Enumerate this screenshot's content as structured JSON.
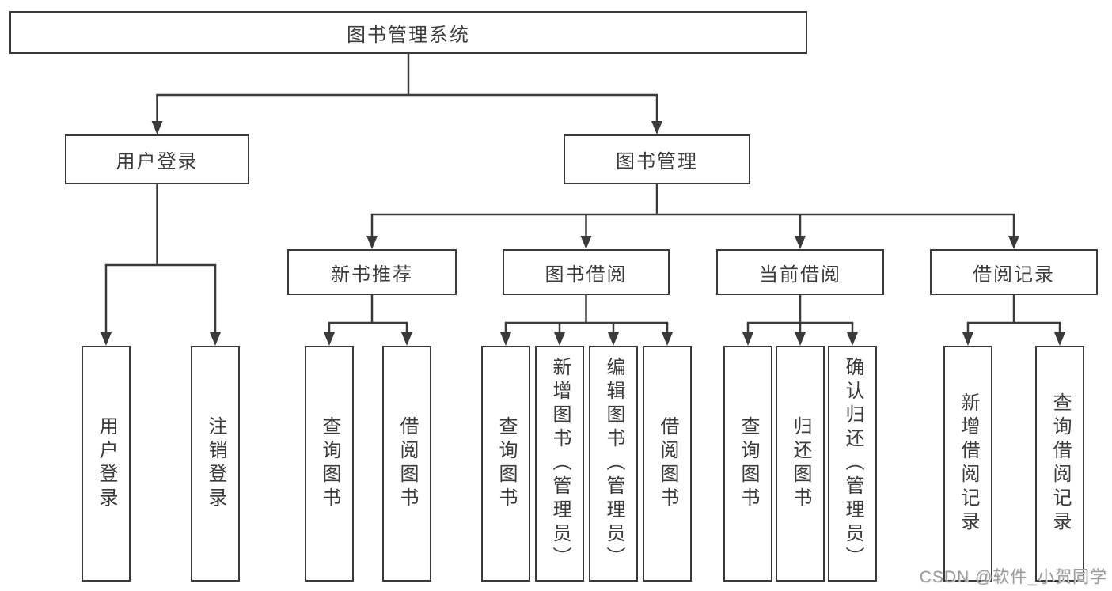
{
  "diagram": {
    "watermark": "CSDN @软件_小贺同学",
    "colors": {
      "line": "#3a3a3a",
      "box_border": "#3a3a3a",
      "box_fill": "#ffffff",
      "text": "#3b3b3b",
      "watermark": "#9b9b9b"
    },
    "nodes": [
      {
        "id": "root",
        "label": "图书管理系统",
        "parent": null,
        "orientation": "horizontal"
      },
      {
        "id": "login",
        "label": "用户登录",
        "parent": "root",
        "orientation": "horizontal"
      },
      {
        "id": "mgmt",
        "label": "图书管理",
        "parent": "root",
        "orientation": "horizontal"
      },
      {
        "id": "newbook",
        "label": "新书推荐",
        "parent": "mgmt",
        "orientation": "horizontal"
      },
      {
        "id": "borrow",
        "label": "图书借阅",
        "parent": "mgmt",
        "orientation": "horizontal"
      },
      {
        "id": "current",
        "label": "当前借阅",
        "parent": "mgmt",
        "orientation": "horizontal"
      },
      {
        "id": "record",
        "label": "借阅记录",
        "parent": "mgmt",
        "orientation": "horizontal"
      },
      {
        "id": "login-user",
        "label": "用户登录",
        "parent": "login",
        "orientation": "vertical"
      },
      {
        "id": "login-logout",
        "label": "注销登录",
        "parent": "login",
        "orientation": "vertical"
      },
      {
        "id": "newbook-query",
        "label": "查询图书",
        "parent": "newbook",
        "orientation": "vertical"
      },
      {
        "id": "newbook-borrow",
        "label": "借阅图书",
        "parent": "newbook",
        "orientation": "vertical"
      },
      {
        "id": "borrow-query",
        "label": "查询图书",
        "parent": "borrow",
        "orientation": "vertical"
      },
      {
        "id": "borrow-add",
        "label": "新增图书（管理员）",
        "parent": "borrow",
        "orientation": "vertical"
      },
      {
        "id": "borrow-edit",
        "label": "编辑图书（管理员）",
        "parent": "borrow",
        "orientation": "vertical"
      },
      {
        "id": "borrow-borrow",
        "label": "借阅图书",
        "parent": "borrow",
        "orientation": "vertical"
      },
      {
        "id": "current-query",
        "label": "查询图书",
        "parent": "current",
        "orientation": "vertical"
      },
      {
        "id": "current-return",
        "label": "归还图书",
        "parent": "current",
        "orientation": "vertical"
      },
      {
        "id": "current-confirm",
        "label": "确认归还（管理员）",
        "parent": "current",
        "orientation": "vertical"
      },
      {
        "id": "record-add",
        "label": "新增借阅记录",
        "parent": "record",
        "orientation": "vertical"
      },
      {
        "id": "record-query",
        "label": "查询借阅记录",
        "parent": "record",
        "orientation": "vertical"
      }
    ]
  }
}
